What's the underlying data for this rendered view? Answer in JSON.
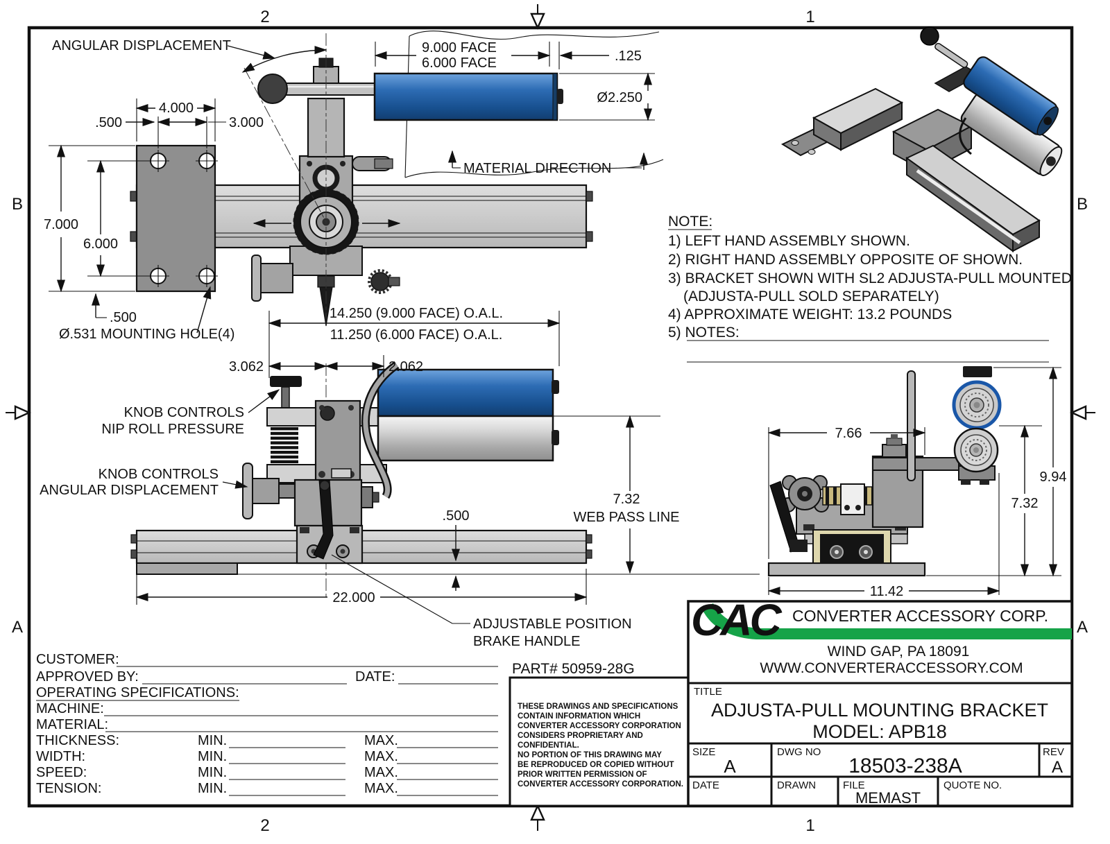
{
  "zones": {
    "top_left": "2",
    "top_right": "1",
    "bottom_left": "2",
    "bottom_right": "1",
    "left_top": "B",
    "left_bottom": "A",
    "right_top": "B",
    "right_bottom": "A"
  },
  "top_view": {
    "angular_displacement": "ANGULAR DISPLACEMENT",
    "dim_width_4000": "4.000",
    "dim_offset_500": ".500",
    "dim_holes_3000": "3.000",
    "dim_height_7000": "7.000",
    "dim_holes_6000": "6.000",
    "dim_bottom_500": ".500",
    "mounting_hole_label": "Ø.531 MOUNTING HOLE(4)",
    "face_9000": "9.000 FACE",
    "face_6000": "6.000 FACE",
    "dim_125": ".125",
    "dia_2250": "Ø2.250",
    "material_direction": "MATERIAL DIRECTION"
  },
  "front_view": {
    "oal_14250": "14.250 (9.000 FACE) O.A.L.",
    "oal_11250": "11.250 (6.000 FACE) O.A.L.",
    "dim_3062": "3.062",
    "dim_2062": "2.062",
    "knob_nip_line1": "KNOB CONTROLS",
    "knob_nip_line2": "NIP ROLL PRESSURE",
    "knob_ang_line1": "KNOB CONTROLS",
    "knob_ang_line2": "ANGULAR DISPLACEMENT",
    "dim_500": ".500",
    "dim_732": "7.32",
    "web_pass_line": "WEB PASS LINE",
    "dim_22000": "22.000",
    "brake_line1": "ADJUSTABLE POSITION",
    "brake_line2": "BRAKE HANDLE",
    "part_number": "PART# 50959-28G"
  },
  "side_view": {
    "dim_766": "7.66",
    "dim_994": "9.94",
    "dim_732": "7.32",
    "dim_1142": "11.42"
  },
  "notes": {
    "heading": "NOTE:",
    "line1": "1) LEFT HAND ASSEMBLY SHOWN.",
    "line2": "2) RIGHT HAND ASSEMBLY OPPOSITE OF SHOWN.",
    "line3a": "3) BRACKET SHOWN WITH SL2 ADJUSTA-PULL MOUNTED",
    "line3b": "(ADJUSTA-PULL SOLD SEPARATELY)",
    "line4": "4) APPROXIMATE WEIGHT:  13.2 POUNDS",
    "line5": "5) NOTES:"
  },
  "spec_form": {
    "customer_label": "CUSTOMER:",
    "approved_label": "APPROVED BY:",
    "date_label": "DATE:",
    "operating_label": "OPERATING SPECIFICATIONS:",
    "machine_label": "MACHINE:",
    "material_label": "MATERIAL:",
    "rows": [
      {
        "label": "THICKNESS:",
        "min": "MIN.",
        "max": "MAX."
      },
      {
        "label": "WIDTH:",
        "min": "MIN.",
        "max": "MAX."
      },
      {
        "label": "SPEED:",
        "min": "MIN.",
        "max": "MAX."
      },
      {
        "label": "TENSION:",
        "min": "MIN.",
        "max": "MAX."
      }
    ]
  },
  "legal_lines": [
    "THESE DRAWINGS AND SPECIFICATIONS",
    "CONTAIN INFORMATION WHICH",
    "CONVERTER ACCESSORY CORPORATION",
    "CONSIDERS PROPRIETARY AND",
    "CONFIDENTIAL.",
    "NO PORTION OF THIS DRAWING MAY",
    "BE REPRODUCED OR COPIED WITHOUT",
    "PRIOR WRITTEN PERMISSION OF",
    "CONVERTER ACCESSORY CORPORATION."
  ],
  "title_block": {
    "logo": "CAC",
    "company": "CONVERTER ACCESSORY CORP.",
    "address": "WIND GAP, PA 18091",
    "website": "WWW.CONVERTERACCESSORY.COM",
    "title_label": "TITLE",
    "title_line1": "ADJUSTA-PULL MOUNTING BRACKET",
    "title_line2": "MODEL: APB18",
    "size_label": "SIZE",
    "size_value": "A",
    "dwg_label": "DWG NO",
    "dwg_value": "18503-238A",
    "rev_label": "REV",
    "rev_value": "A",
    "date_label": "DATE",
    "drawn_label": "DRAWN",
    "file_label": "FILE",
    "file_value": "MEMAST",
    "quote_label": "QUOTE NO."
  },
  "colors": {
    "accent_green": "#16A348",
    "roller_blue": "#2D6CB4",
    "rail_gray": "#C9C9C9",
    "plate_gray": "#8F8F8F"
  }
}
